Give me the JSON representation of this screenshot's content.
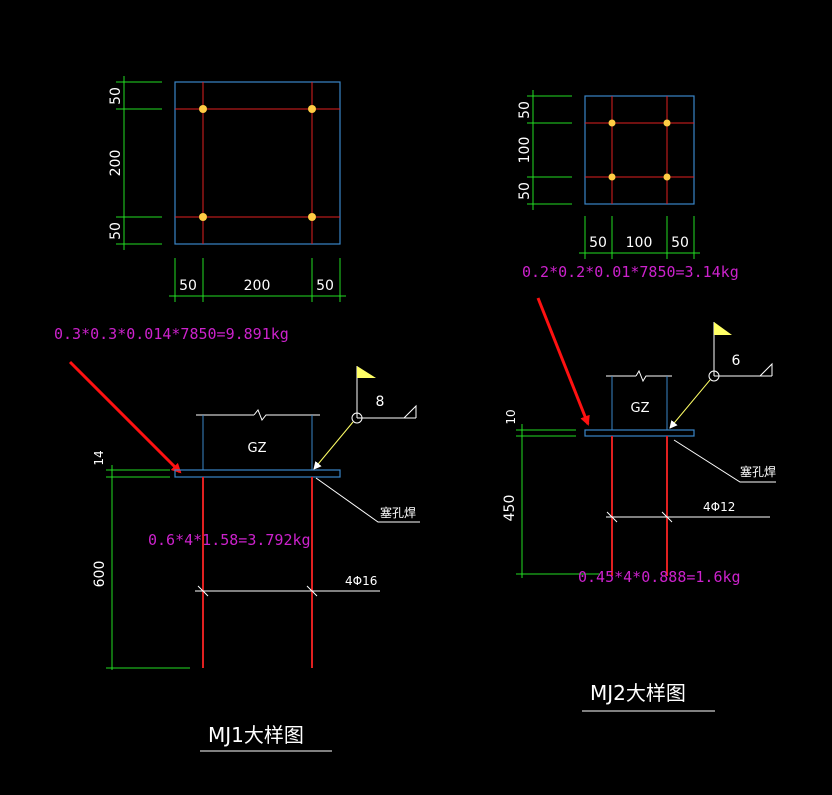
{
  "colors": {
    "background": "#000000",
    "plate": "#3a86c8",
    "rebar": "#e02020",
    "dimension": "#22dd22",
    "text": "#ffffff",
    "calc": "#cc22cc",
    "arrow": "#ff1111",
    "flag": "#ffff66",
    "bolt": "#ffcc44",
    "leader": "#ffffff"
  },
  "mj1": {
    "plan": {
      "left_dims": [
        "50",
        "200",
        "50"
      ],
      "bottom_dims": [
        "50",
        "200",
        "50"
      ]
    },
    "plate_calc": "0.3*0.3*0.014*7850=9.891kg",
    "column_label": "GZ",
    "weld_size": "8",
    "plate_thickness": "14",
    "anchor_length": "600",
    "rebar_spec": "4Φ16",
    "rebar_calc": "0.6*4*1.58=3.792kg",
    "plug_weld_label": "塞孔焊",
    "title": "MJ1大样图"
  },
  "mj2": {
    "plan": {
      "left_dims": [
        "50",
        "100",
        "50"
      ],
      "bottom_dims": [
        "50",
        "100",
        "50"
      ]
    },
    "plate_calc": "0.2*0.2*0.01*7850=3.14kg",
    "column_label": "GZ",
    "weld_size": "6",
    "plate_thickness": "10",
    "anchor_length": "450",
    "rebar_spec": "4Φ12",
    "rebar_calc": "0.45*4*0.888=1.6kg",
    "plug_weld_label": "塞孔焊",
    "title": "MJ2大样图"
  }
}
